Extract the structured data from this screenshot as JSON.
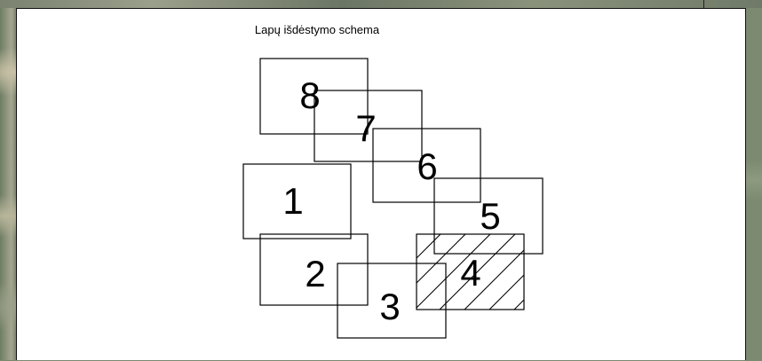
{
  "schema": {
    "title": "Lapų išdėstymo schema",
    "highlighted_sheet": "4",
    "sheets": [
      {
        "id": "1",
        "label": "1"
      },
      {
        "id": "2",
        "label": "2"
      },
      {
        "id": "3",
        "label": "3"
      },
      {
        "id": "4",
        "label": "4"
      },
      {
        "id": "5",
        "label": "5"
      },
      {
        "id": "6",
        "label": "6"
      },
      {
        "id": "7",
        "label": "7"
      },
      {
        "id": "8",
        "label": "8"
      }
    ]
  }
}
